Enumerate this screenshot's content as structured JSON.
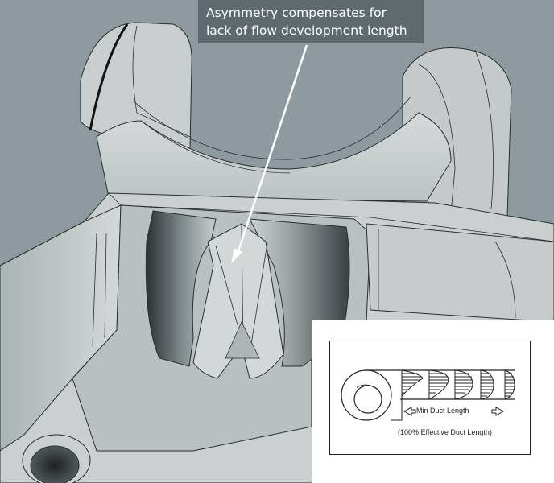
{
  "callout": {
    "line1": "Asymmetry compensates for",
    "line2": "lack of flow development length"
  },
  "inset": {
    "min_duct_length_label": "Min Duct Length",
    "effective_duct_length_label": "(100% Effective Duct Length)"
  },
  "colors": {
    "background": "#8e9a9f",
    "part_surface": "#c9d0cf",
    "callout_bg": "#5f6a6f",
    "arrow": "#ffffff"
  }
}
